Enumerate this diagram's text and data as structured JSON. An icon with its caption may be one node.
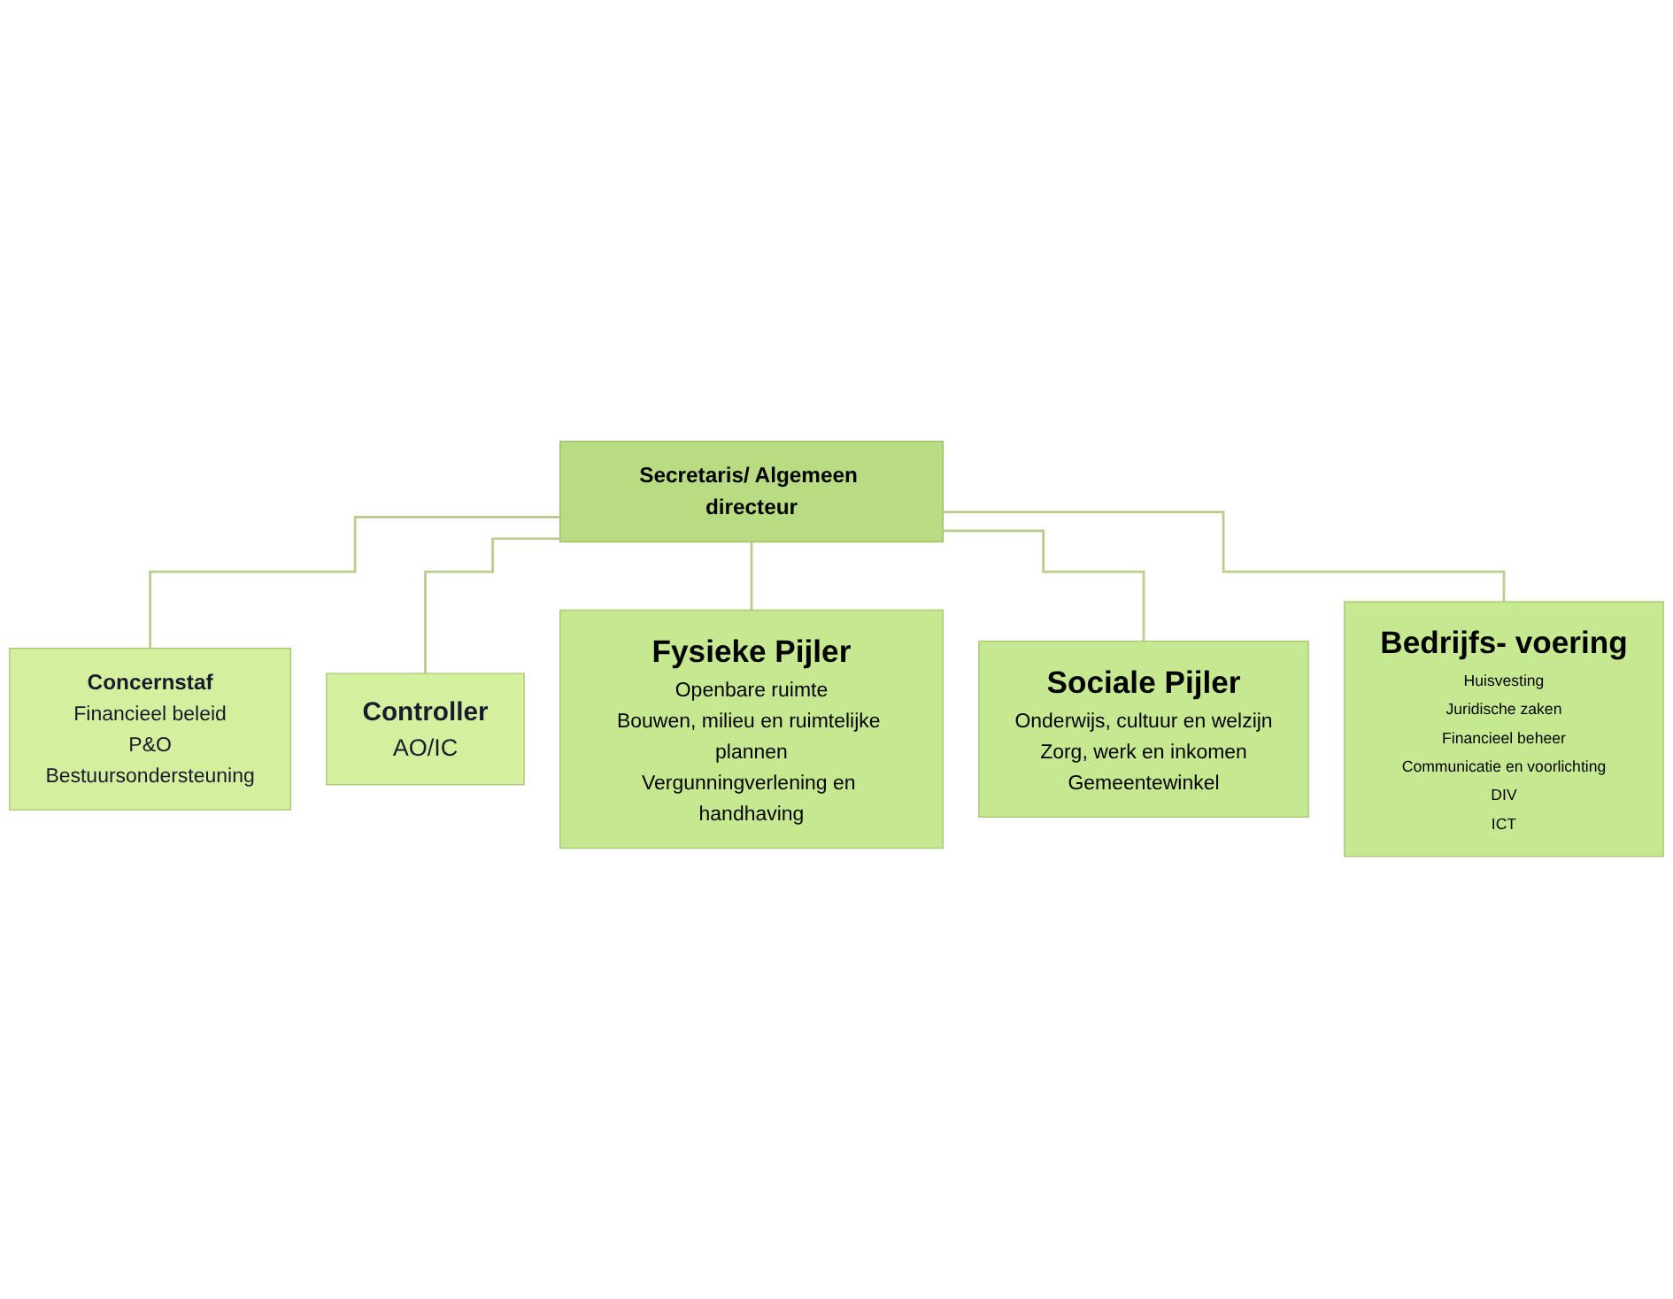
{
  "diagram": {
    "nodes": [
      {
        "text": [
          "Secretaris/ Algemeen directeur"
        ]
      },
      {
        "text": [
          "Concernstaf",
          "Financieel beleid",
          "P&O",
          "Bestuursondersteuning"
        ]
      },
      {
        "text": [
          "Controller",
          "AO/IC"
        ]
      },
      {
        "text": [
          "Fysieke Pijler",
          "Openbare ruimte",
          "Bouwen, milieu en ruimtelijke plannen",
          "Vergunningverlening en handhaving"
        ]
      },
      {
        "text": [
          "Sociale Pijler",
          "Onderwijs, cultuur en welzijn",
          "Zorg, werk en inkomen",
          "Gemeentewinkel"
        ]
      },
      {
        "text": [
          "Bedrijfs- voering",
          "Huisvesting",
          "Juridische zaken",
          "Financieel beheer",
          "Communicatie en voorlichting",
          "DIV",
          "ICT"
        ]
      }
    ],
    "edges": [
      {
        "from": 0,
        "to": 1,
        "arrow": "none"
      },
      {
        "from": 0,
        "to": 2,
        "arrow": "none"
      },
      {
        "from": 0,
        "to": 3,
        "arrow": "none"
      },
      {
        "from": 0,
        "to": 4,
        "arrow": "none"
      },
      {
        "from": 0,
        "to": 5,
        "arrow": "none"
      }
    ]
  }
}
